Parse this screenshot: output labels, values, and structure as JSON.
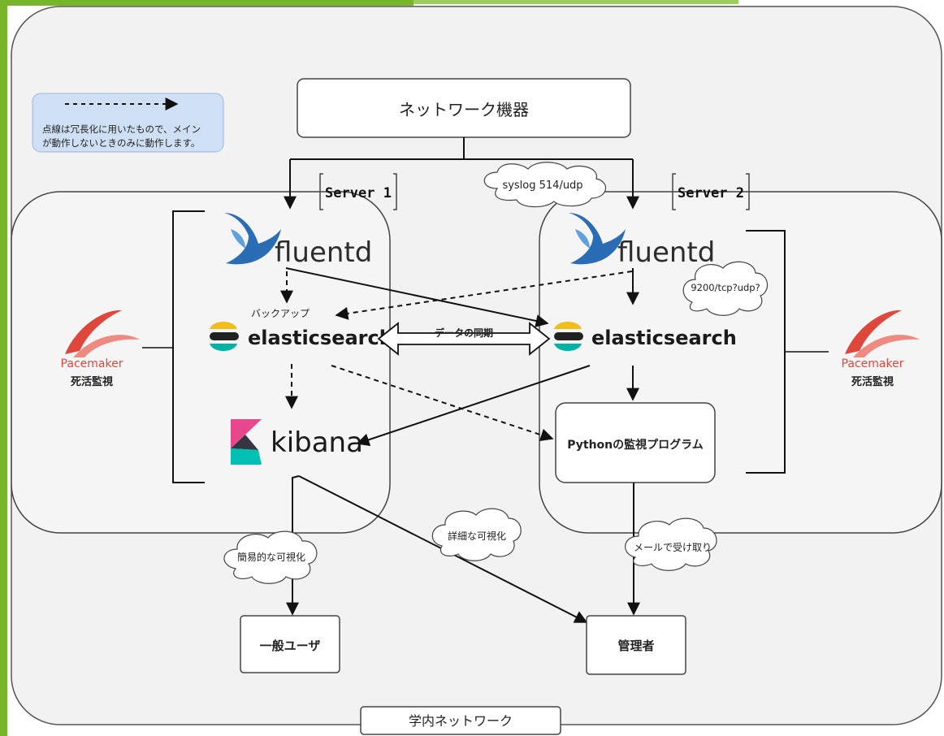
{
  "legend": {
    "text_line1": "点線は冗長化に用いたもので、メイン",
    "text_line2": "が動作しないときのみに動作します。"
  },
  "nodes": {
    "network_device": "ネットワーク機器",
    "server1_label": "Server 1",
    "server2_label": "Server 2",
    "fluentd": "fluentd",
    "elasticsearch": "elasticsearch",
    "kibana": "kibana",
    "python_monitor": "Pythonの監視プログラム",
    "general_user": "一般ユーザ",
    "admin": "管理者",
    "campus_network": "学内ネットワーク",
    "pacemaker": "Pacemaker",
    "alive_monitoring": "死活監視"
  },
  "edge_labels": {
    "syslog": "syslog 514/udp",
    "port9200": "9200/tcp?udp?",
    "backup": "バックアップ",
    "data_sync": "データの同期",
    "simple_viz": "簡易的な可視化",
    "detailed_viz": "詳細な可視化",
    "mail": "メールで受け取り"
  },
  "colors": {
    "accent_green": "#77b52a",
    "fluentd_blue": "#2a6db5",
    "pacemaker_red": "#e0473c",
    "legend_bg": "#cfe0f5"
  }
}
